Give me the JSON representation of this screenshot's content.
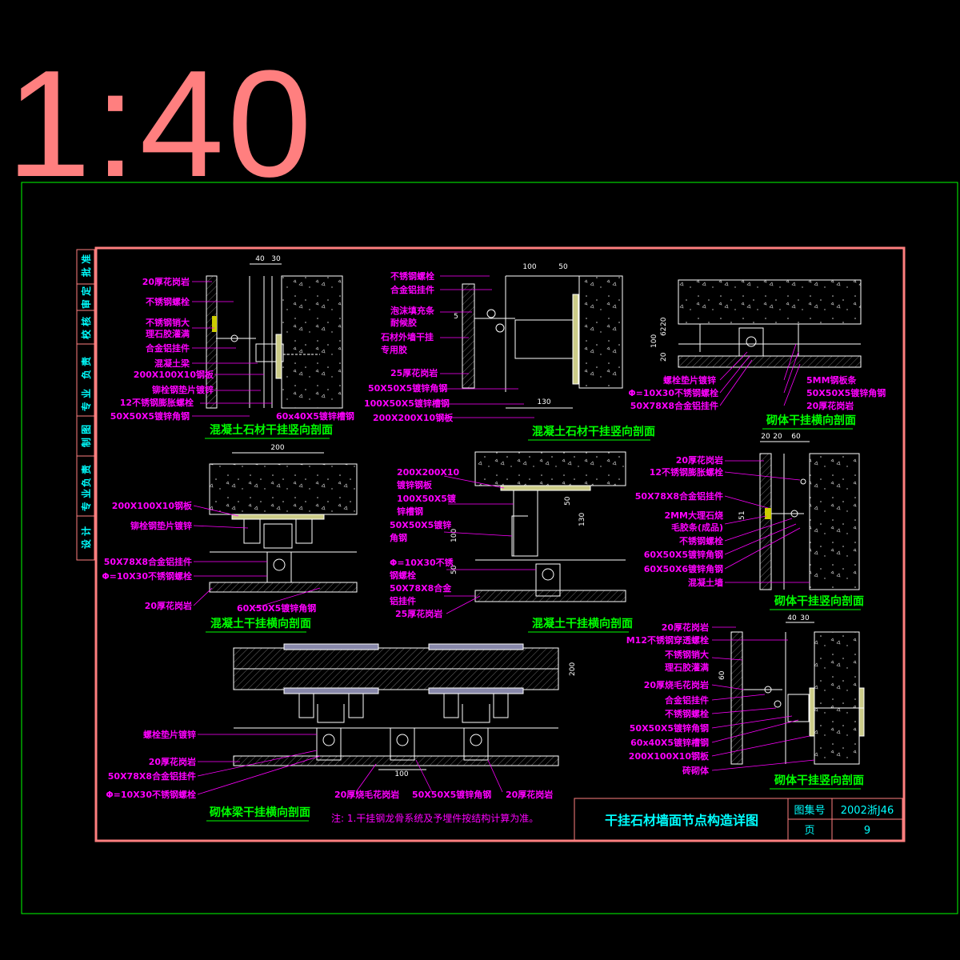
{
  "scale_label": "1:40",
  "side_stamps": [
    "设  计",
    "专  业",
    "负  责",
    "制  图",
    "专  业",
    "负  责",
    "校  核",
    "审  定",
    "批  准"
  ],
  "panels": [
    {
      "title": "混凝土石材干挂竖向剖面",
      "labels": [
        "20厚花岗岩",
        "不锈钢螺栓",
        "不锈钢销大",
        "理石胶灌满",
        "合金铝挂件",
        "混凝土梁",
        "200X100X10钢板",
        "铆栓钢垫片镀锌",
        "12不锈钢膨胀螺栓",
        "50X50X5镀锌角钢",
        "60x40X5镀锌槽钢"
      ],
      "dims": [
        "40",
        "30"
      ]
    },
    {
      "title": "混凝土石材干挂竖向剖面",
      "labels": [
        "不锈钢螺栓",
        "合金铝挂件",
        "泡沫填充条",
        "耐候胶",
        "石材外墙干挂",
        "专用胶",
        "25厚花岗岩",
        "50X50X5镀锌角钢",
        "100X50X5镀锌槽钢",
        "200X200X10钢板"
      ],
      "dims": [
        "100",
        "50",
        "130",
        "5"
      ]
    },
    {
      "title": "砌体干挂横向剖面",
      "labels": [
        "螺栓垫片镀锌",
        "Φ=10X30不锈钢螺栓",
        "50X78X8合金铝挂件",
        "5MM钢板条",
        "50X50X5镀锌角钢",
        "20厚花岗岩"
      ],
      "dims": [
        "100",
        "62",
        "20",
        "20"
      ]
    },
    {
      "title": "混凝土干挂横向剖面",
      "labels": [
        "200X100X10钢板",
        "铆栓钢垫片镀锌",
        "50X78X8合金铝挂件",
        "Φ=10X30不锈钢螺栓",
        "20厚花岗岩",
        "60X50X5镀锌角钢"
      ],
      "dims": [
        "200"
      ]
    },
    {
      "title": "混凝土干挂横向剖面",
      "labels": [
        "200X200X10",
        "镀锌钢板",
        "100X50X5镀",
        "锌槽钢",
        "50X50X5镀锌",
        "角钢",
        "Φ=10X30不锈",
        "钢螺栓",
        "50X78X8合金",
        "铝挂件",
        "25厚花岗岩"
      ],
      "dims": [
        "50",
        "100",
        "130",
        "50"
      ]
    },
    {
      "title": "砌体干挂竖向剖面",
      "labels": [
        "20厚花岗岩",
        "12不锈钢膨胀螺栓",
        "50X78X8合金铝挂件",
        "2MM大理石烧",
        "毛胶条(成品)",
        "不锈钢螺栓",
        "60X50X5镀锌角钢",
        "60X50X6镀锌角钢",
        "混凝土墙"
      ],
      "dims": [
        "20",
        "20",
        "60",
        "51"
      ]
    },
    {
      "title": "砌体梁干挂横向剖面",
      "labels": [
        "螺栓垫片镀锌",
        "20厚花岗岩",
        "50X78X8合金铝挂件",
        "Φ=10X30不锈钢螺栓",
        "20厚烧毛花岗岩",
        "50X50X5镀锌角钢",
        "20厚花岗岩"
      ],
      "dims": [
        "100",
        "200"
      ]
    },
    {
      "title": "砌体干挂竖向剖面",
      "labels": [
        "20厚花岗岩",
        "M12不锈钢穿透螺栓",
        "不锈钢销大",
        "理石胶灌满",
        "20厚烧毛花岗岩",
        "合金铝挂件",
        "不锈钢螺栓",
        "50X50X5镀锌角钢",
        "60x40X5镀锌槽钢",
        "200X100X10钢板",
        "砖砌体"
      ],
      "dims": [
        "40",
        "30",
        "60"
      ]
    }
  ],
  "note": "注:  1.干挂钢龙骨系统及予埋件按结构计算为准。",
  "title_block": {
    "drawing_title": "干挂石材墙面节点构造详图",
    "atlas_label": "图集号",
    "atlas_no": "2002浙J46",
    "page_label": "页",
    "page_no": "9"
  },
  "colors": {
    "outer_frame": "#00ff00",
    "inner_frame": "#ff7f7f",
    "labels": "#ff00ff",
    "titles": "#00ff00",
    "title_block": "#00ffff",
    "scale": "#ff7f7f"
  }
}
